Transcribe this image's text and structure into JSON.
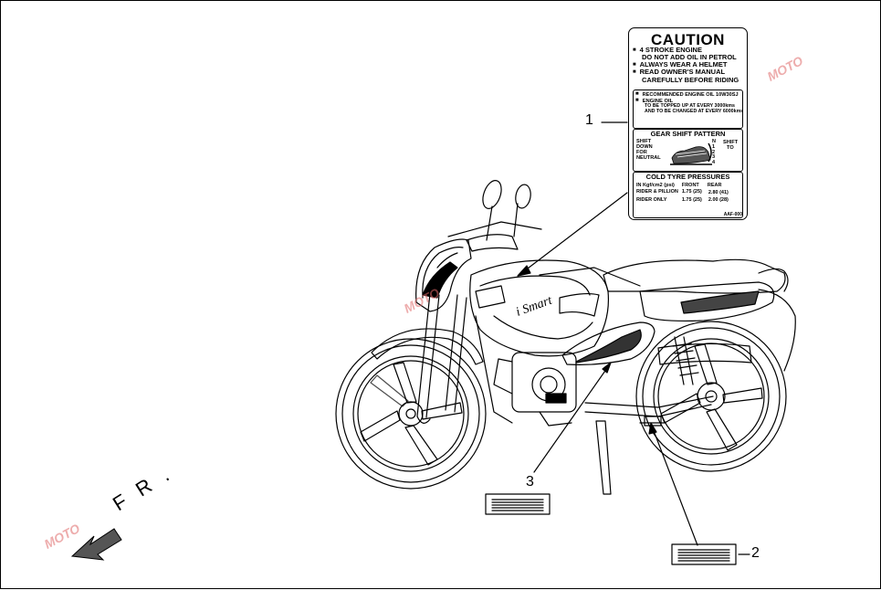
{
  "caution_label": {
    "title": "CAUTION",
    "section1": [
      "4 STROKE ENGINE",
      "DO NOT ADD OIL IN PETROL",
      "ALWAYS WEAR A HELMET",
      "READ OWNER'S MANUAL",
      "CAREFULLY BEFORE RIDING"
    ],
    "section2": [
      "RECOMMENDED ENGINE OIL 10W30SJ",
      "ENGINE OIL",
      "TO BE TOPPED UP AT EVERY  3000kms",
      "AND TO BE CHANGED AT EVERY 6000kms"
    ],
    "gear": {
      "title": "GEAR SHIFT PATTERN",
      "left": [
        "SHIFT",
        "DOWN",
        "FOR",
        "NEUTRAL"
      ],
      "right": [
        "SHIFT",
        "TO"
      ],
      "positions": [
        "N",
        "1",
        "2",
        "3",
        "4"
      ]
    },
    "tyre": {
      "title": "COLD TYRE PRESSURES",
      "header": [
        "IN Kgf/cm2 (psi)",
        "FRONT",
        "REAR"
      ],
      "rows": [
        [
          "RIDER & PILLION",
          "1.75 (25)",
          "2.80 (41)"
        ],
        [
          "RIDER ONLY",
          "1.75 (25)",
          "2.00 (28)"
        ]
      ]
    },
    "code": "AAF-000"
  },
  "callouts": {
    "one": "1",
    "two": "2",
    "three": "3"
  },
  "direction": "F R .",
  "tank_text": "i Smart",
  "watermark": "MOTO"
}
